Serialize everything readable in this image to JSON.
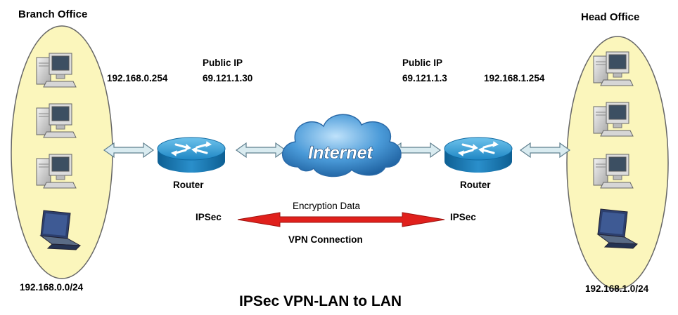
{
  "branch": {
    "title": "Branch Office",
    "lan_ip": "192.168.0.254",
    "public_ip_label": "Public IP",
    "public_ip": "69.121.1.30",
    "subnet": "192.168.0.0/24",
    "router_label": "Router",
    "ipsec_label": "IPSec"
  },
  "head": {
    "title": "Head Office",
    "lan_ip": "192.168.1.254",
    "public_ip_label": "Public IP",
    "public_ip": "69.121.1.3",
    "subnet": "192.168.1.0/24",
    "router_label": "Router",
    "ipsec_label": "IPSec"
  },
  "internet_label": "Internet",
  "tunnel": {
    "top_label": "Encryption Data",
    "bottom_label": "VPN Connection"
  },
  "caption": "IPSec VPN-LAN to LAN",
  "colors": {
    "ellipse_fill": "#fbf6bc",
    "router_blue": "#1d7fb8",
    "cloud_blue": "#3a8fd0",
    "tunnel_red": "#e0201c",
    "link_arrow": "#d9ebf0"
  },
  "icons": [
    "desktop-computer-icon",
    "laptop-icon",
    "router-icon",
    "internet-cloud-icon"
  ]
}
